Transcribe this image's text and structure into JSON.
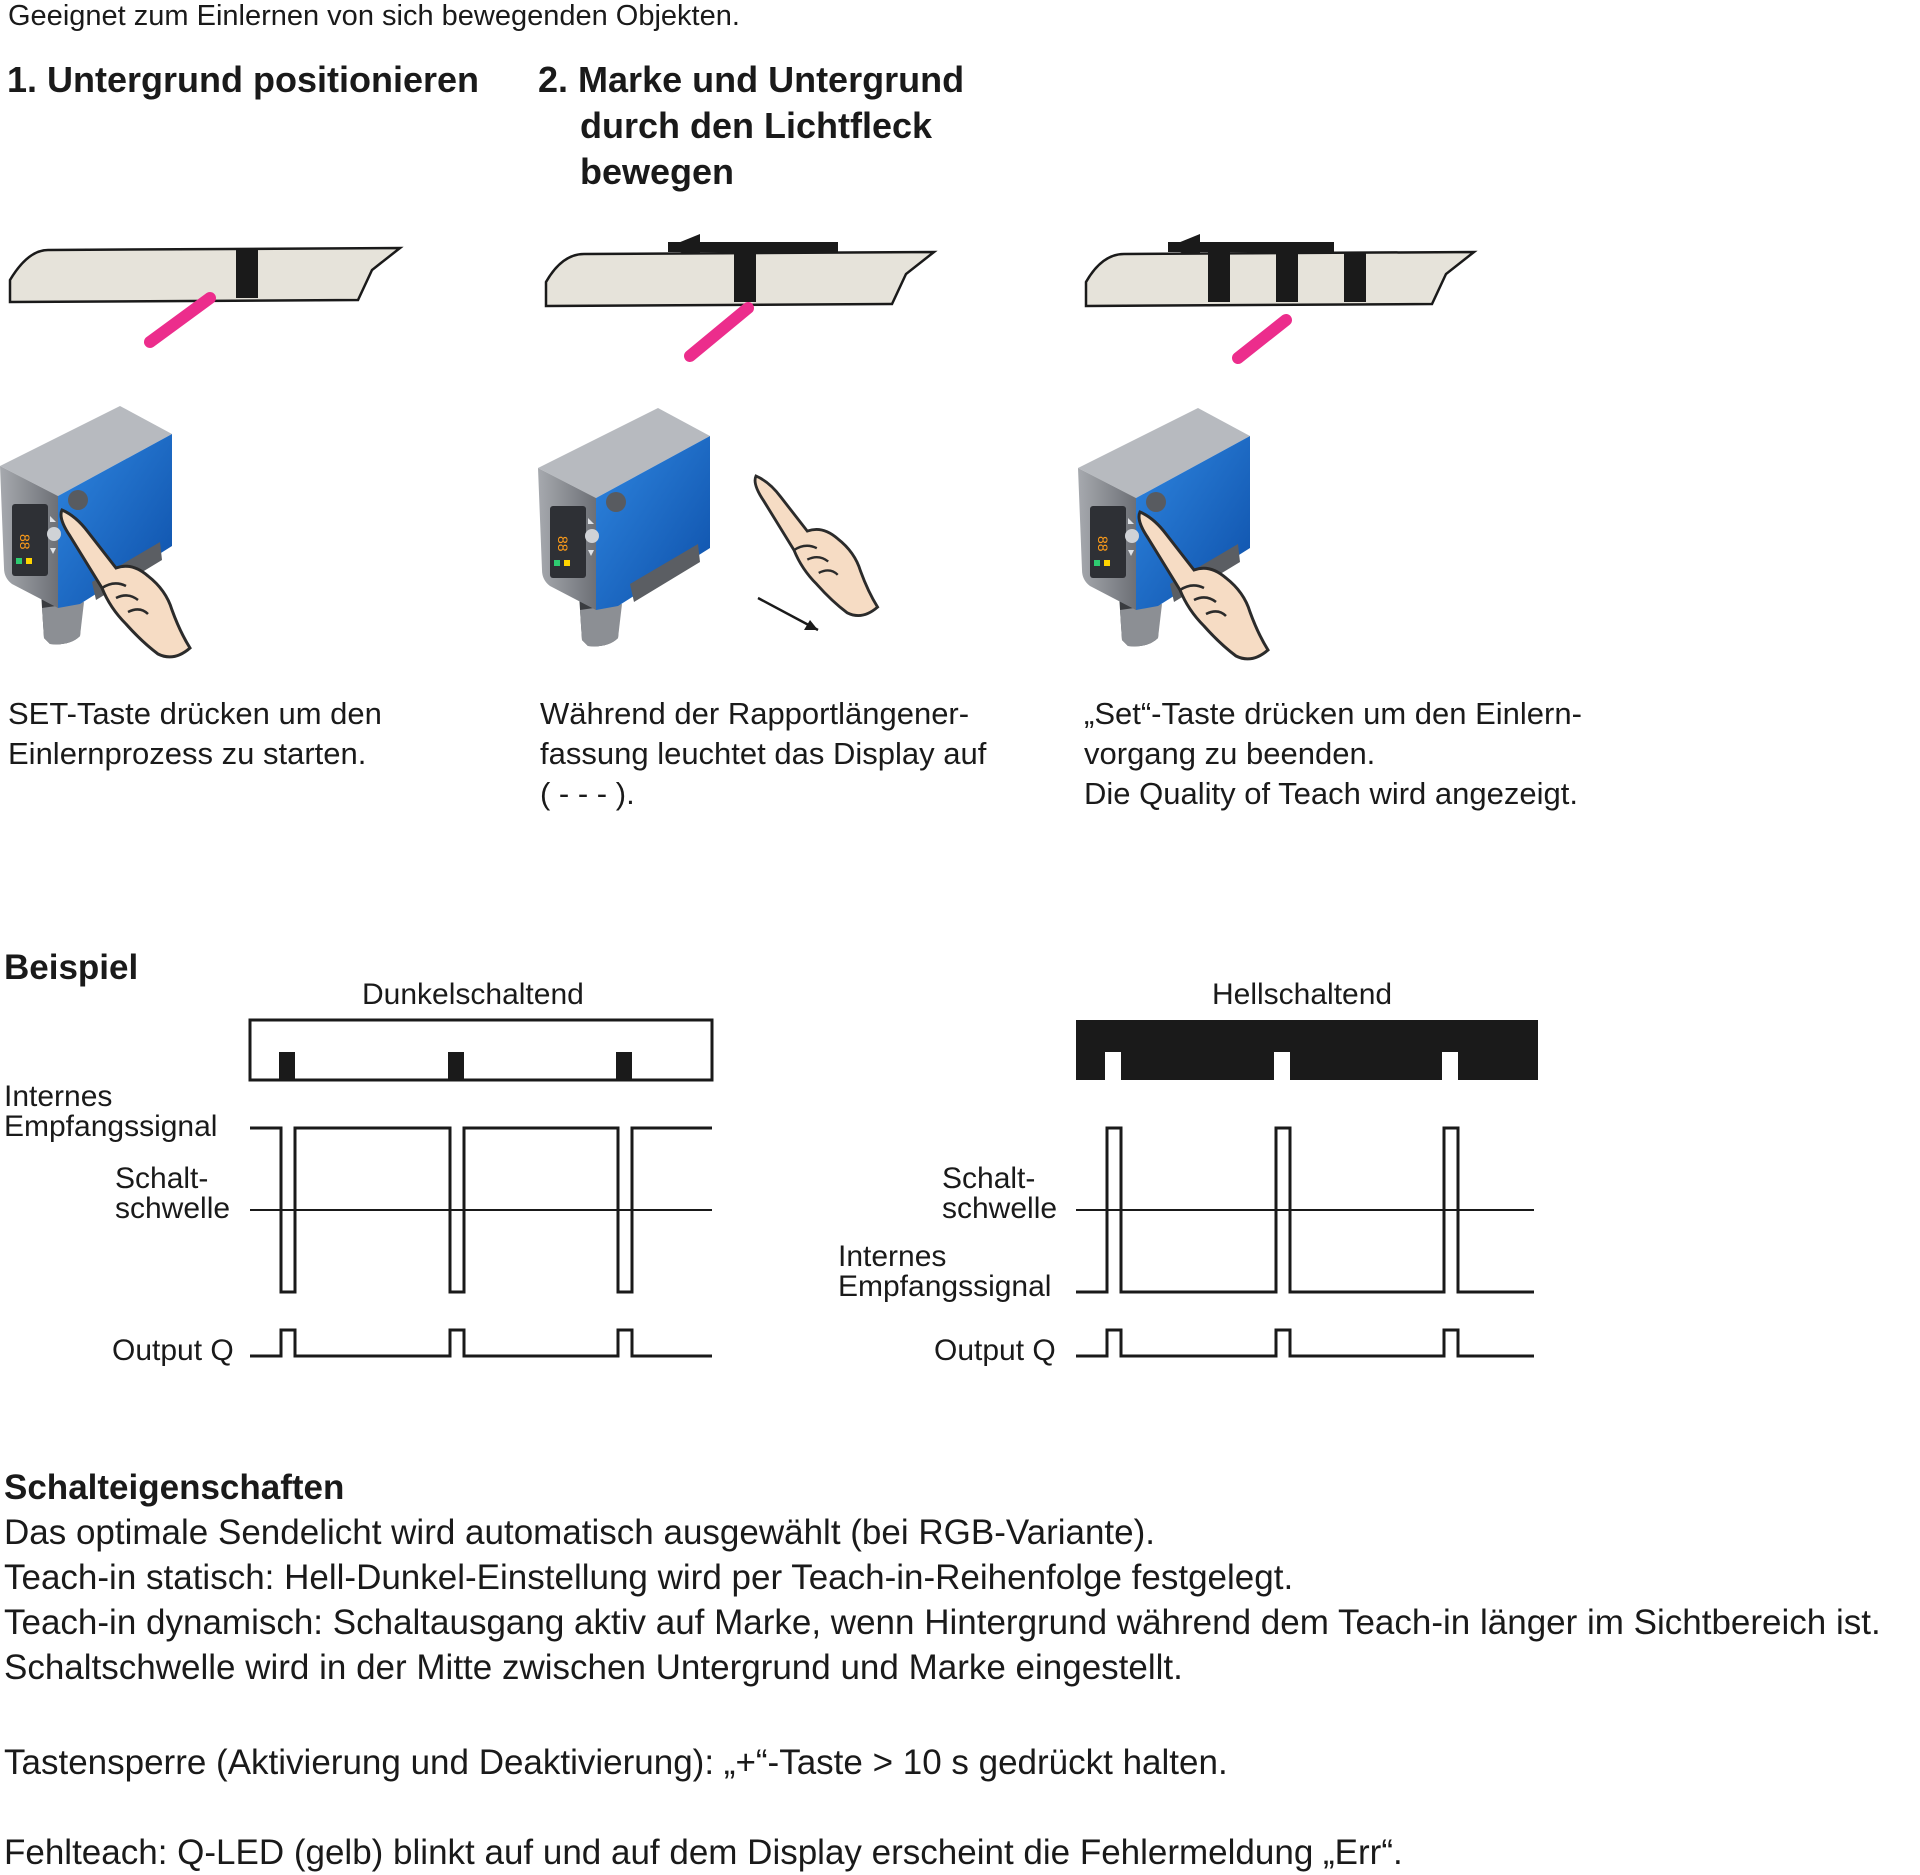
{
  "intro": "Geeignet zum Einlernen von sich bewegenden Objekten.",
  "steps": [
    {
      "number": "1.",
      "title_lines": [
        "Untergrund positionieren"
      ]
    },
    {
      "number": "2.",
      "title_lines": [
        "Marke und Untergrund",
        "durch den Lichtfleck",
        "bewegen"
      ]
    }
  ],
  "captions": [
    {
      "lines": [
        "SET-Taste drücken um den",
        "Einlernprozess zu starten."
      ]
    },
    {
      "lines": [
        "Während der Rapportlängener-",
        "fassung leuchtet das Display auf",
        "( - - - )."
      ]
    },
    {
      "lines": [
        "„Set“-Taste drücken um den Einlern-",
        "vorgang zu beenden.",
        "Die Quality of Teach wird angezeigt."
      ]
    }
  ],
  "example": {
    "title": "Beispiel",
    "dark": {
      "title": "Dunkelschaltend",
      "signal_label": [
        "Internes",
        "Empfangssignal"
      ],
      "threshold_label": [
        "Schalt-",
        "schwelle"
      ],
      "output_label": "Output Q"
    },
    "light": {
      "title": "Hellschaltend",
      "signal_label": [
        "Internes",
        "Empfangssignal"
      ],
      "threshold_label": [
        "Schalt-",
        "schwelle"
      ],
      "output_label": "Output Q"
    }
  },
  "properties": {
    "title": "Schalteigenschaften",
    "lines": [
      "Das optimale Sendelicht wird automatisch ausgewählt (bei RGB-Variante).",
      "Teach-in statisch: Hell-Dunkel-Einstellung wird per Teach-in-Reihenfolge festgelegt.",
      "Teach-in dynamisch: Schaltausgang aktiv auf Marke, wenn Hintergrund während dem Teach-in länger im Sichtbereich ist.",
      "Schaltschwelle wird in der Mitte zwischen Untergrund und Marke eingestellt."
    ],
    "keylock": "Tastensperre (Aktivierung und Deaktivierung): „+“-Taste > 10 s gedrückt halten.",
    "error": "Fehlteach: Q-LED (gelb) blinkt auf und auf dem Display erscheint die Fehlermeldung „Err“."
  },
  "colors": {
    "sensor_blue": "#1565c0",
    "sensor_gray": "#8a8d93",
    "beam": "#ec2d8c",
    "strip": "#e6e3da",
    "mark": "#1a1a1a",
    "hand": "#f6dcc4"
  }
}
